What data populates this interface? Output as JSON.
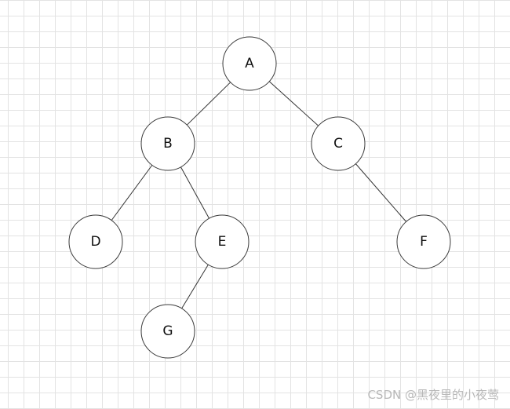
{
  "diagram": {
    "nodes": [
      {
        "id": "A",
        "label": "A"
      },
      {
        "id": "B",
        "label": "B"
      },
      {
        "id": "C",
        "label": "C"
      },
      {
        "id": "D",
        "label": "D"
      },
      {
        "id": "E",
        "label": "E"
      },
      {
        "id": "F",
        "label": "F"
      },
      {
        "id": "G",
        "label": "G"
      }
    ],
    "edges": [
      {
        "from": "A",
        "to": "B"
      },
      {
        "from": "A",
        "to": "C"
      },
      {
        "from": "B",
        "to": "D"
      },
      {
        "from": "B",
        "to": "E"
      },
      {
        "from": "C",
        "to": "F"
      },
      {
        "from": "E",
        "to": "G"
      }
    ]
  },
  "watermark": "CSDN @黑夜里的小夜莺"
}
